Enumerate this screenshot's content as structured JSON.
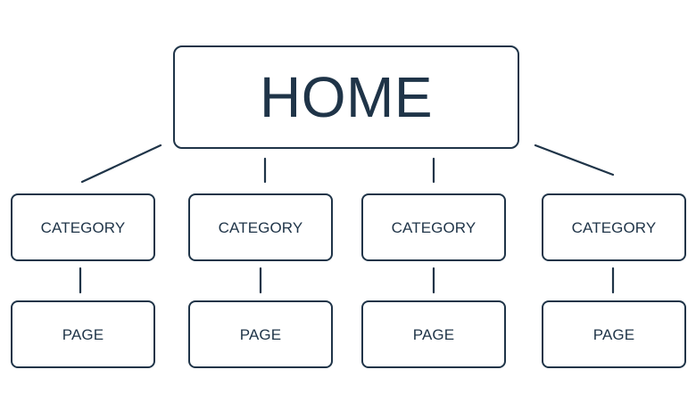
{
  "diagram": {
    "root": {
      "label": "HOME"
    },
    "categories": [
      {
        "label": "CATEGORY"
      },
      {
        "label": "CATEGORY"
      },
      {
        "label": "CATEGORY"
      },
      {
        "label": "CATEGORY"
      }
    ],
    "pages": [
      {
        "label": "PAGE"
      },
      {
        "label": "PAGE"
      },
      {
        "label": "PAGE"
      },
      {
        "label": "PAGE"
      }
    ],
    "colors": {
      "stroke": "#1f3448",
      "text": "#1f3448",
      "background": "#ffffff"
    }
  }
}
